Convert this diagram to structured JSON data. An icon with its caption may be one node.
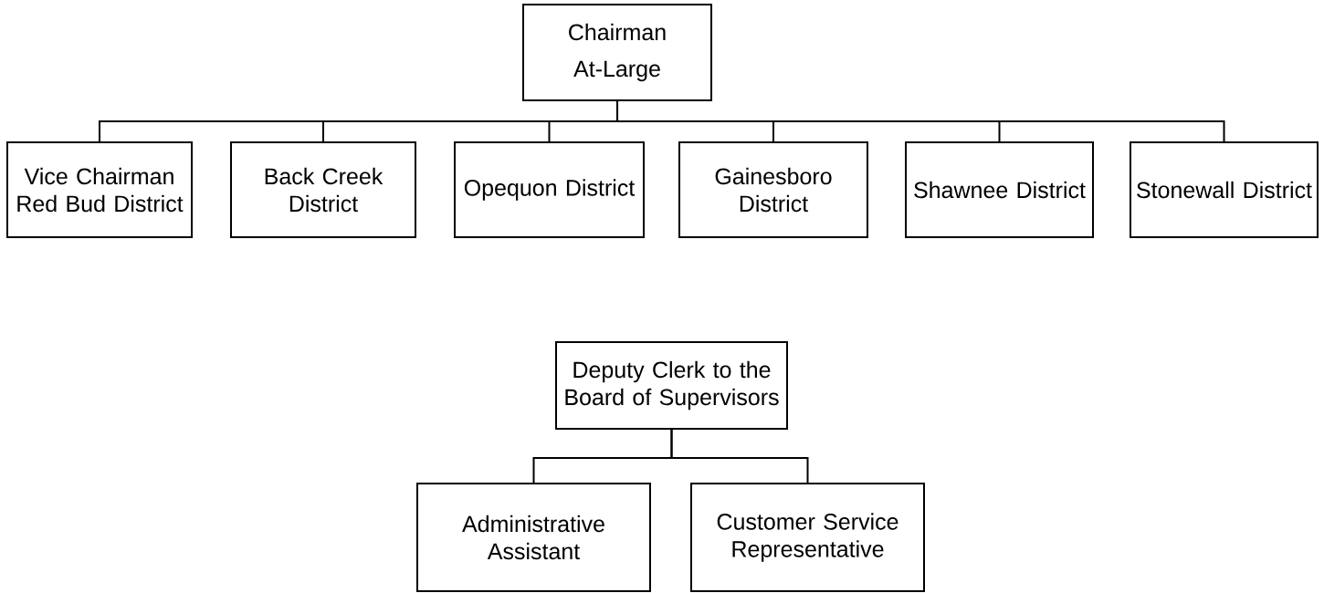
{
  "diagram": {
    "nodes": [
      {
        "text": [
          "Chairman",
          "At-Large"
        ]
      },
      {
        "text": [
          "Vice Chairman Red Bud District"
        ]
      },
      {
        "text": [
          "Back Creek District"
        ]
      },
      {
        "text": [
          "Opequon District"
        ]
      },
      {
        "text": [
          "Gainesboro District"
        ]
      },
      {
        "text": [
          "Shawnee District"
        ]
      },
      {
        "text": [
          "Stonewall District"
        ]
      },
      {
        "text": [
          "Deputy Clerk to the Board of Supervisors"
        ]
      },
      {
        "text": [
          "Administrative Assistant"
        ]
      },
      {
        "text": [
          "Customer Service Representative"
        ]
      }
    ],
    "edges": [
      {
        "from": 0,
        "to": 1,
        "arrow": "none"
      },
      {
        "from": 0,
        "to": 2,
        "arrow": "none"
      },
      {
        "from": 0,
        "to": 3,
        "arrow": "none"
      },
      {
        "from": 0,
        "to": 4,
        "arrow": "none"
      },
      {
        "from": 0,
        "to": 5,
        "arrow": "none"
      },
      {
        "from": 0,
        "to": 6,
        "arrow": "none"
      },
      {
        "from": 7,
        "to": 8,
        "arrow": "none"
      },
      {
        "from": 7,
        "to": 9,
        "arrow": "none"
      }
    ]
  }
}
